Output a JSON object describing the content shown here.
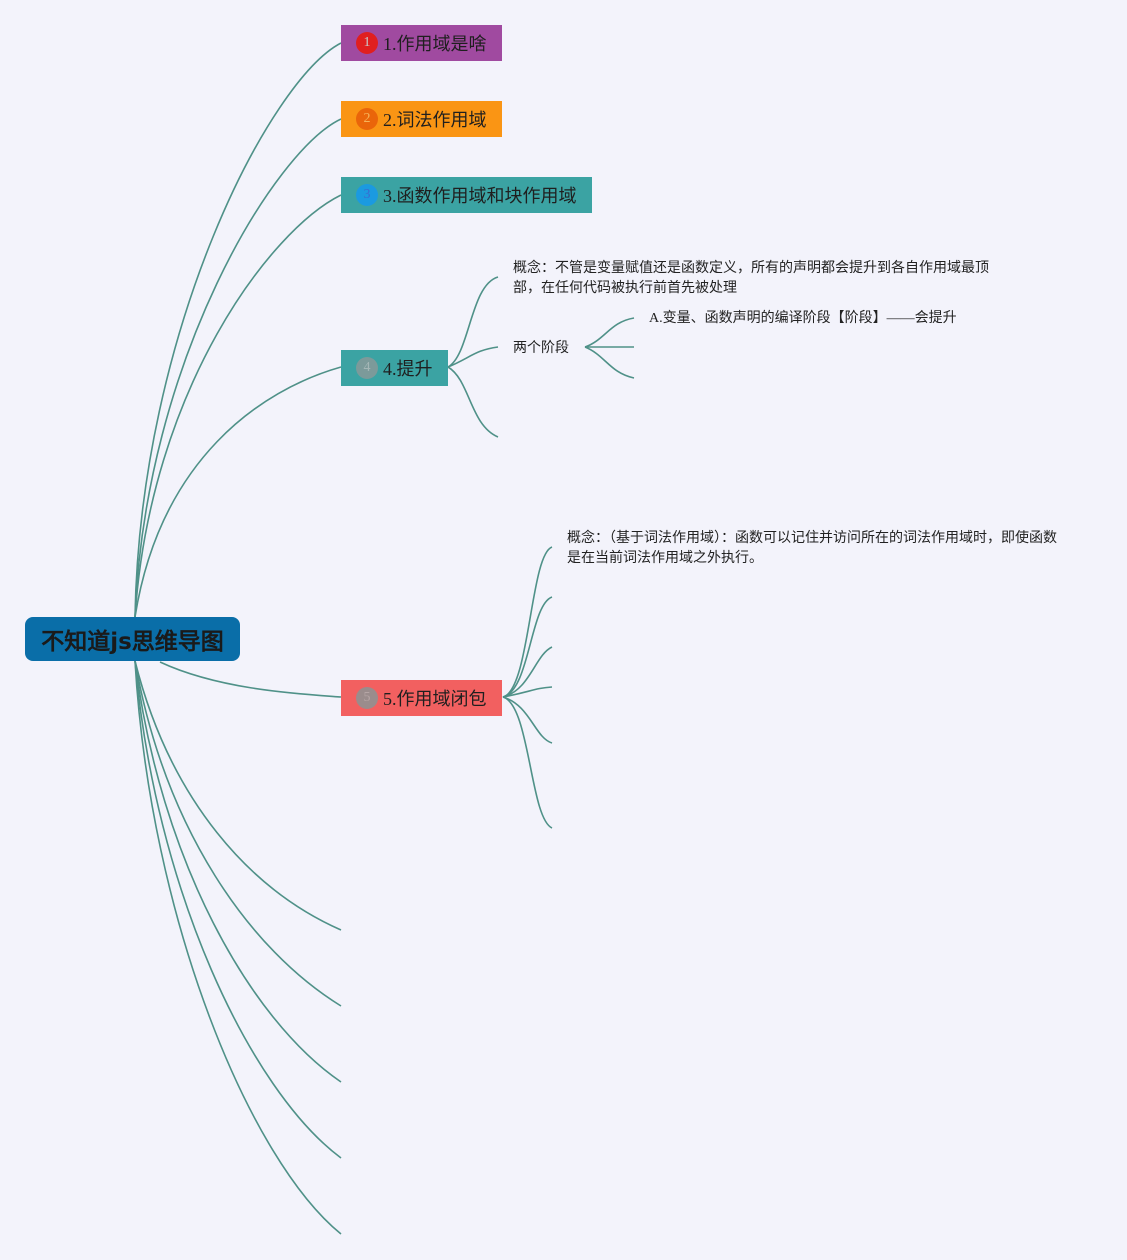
{
  "mindmap": {
    "root": {
      "label": "不知道js思维导图",
      "color": "#0a6ea8"
    },
    "topics": [
      {
        "number": "1",
        "label": "1.作用域是啥",
        "color": "#a04aa0",
        "marker_color": "#e01f1f",
        "marker_text_color": "#c8c8c8"
      },
      {
        "number": "2",
        "label": "2.词法作用域",
        "color": "#fa9514",
        "marker_color": "#ea650a",
        "marker_text_color": "#f6b45a"
      },
      {
        "number": "3",
        "label": "3.函数作用域和块作用域",
        "color": "#3ba3a3",
        "marker_color": "#1b9ae0",
        "marker_text_color": "#3a6cd0"
      },
      {
        "number": "4",
        "label": "4.提升",
        "color": "#3ba3a3",
        "marker_color": "#7c9a9a",
        "marker_text_color": "#a4b6b6"
      },
      {
        "number": "5",
        "label": "5.作用域闭包",
        "color": "#f26060",
        "marker_color": "#9a8c8c",
        "marker_text_color": "#b5a5a5"
      }
    ],
    "hoisting": {
      "concept": "概念：不管是变量赋值还是函数定义，所有的声明都会提升到各自作用域最顶部，在任何代码被执行前首先被处理",
      "two_phases": "两个阶段",
      "phase_a": "A.变量、函数声明的编译阶段【阶段】——会提升"
    },
    "closure": {
      "concept": "概念：（基于词法作用域）：函数可以记住并访问所在的词法作用域时，即使函数是在当前词法作用域之外执行。"
    },
    "line_color": "#4f9188",
    "background": "#f3f3fb"
  }
}
